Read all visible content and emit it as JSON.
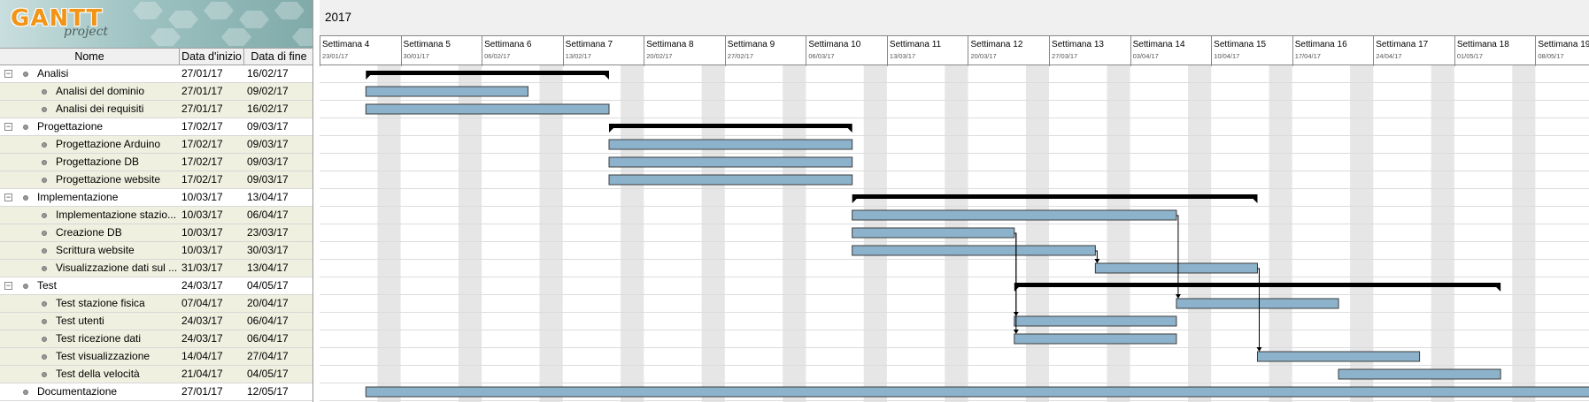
{
  "app": {
    "logo_text": "GANTT",
    "logo_sub": "project"
  },
  "columns": {
    "name": "Nome",
    "start": "Data d'inizio",
    "end": "Data di fine"
  },
  "chart": {
    "year": "2017",
    "weeks": [
      {
        "label": "Settimana 4",
        "date": "23/01/17"
      },
      {
        "label": "Settimana 5",
        "date": "30/01/17"
      },
      {
        "label": "Settimana 6",
        "date": "06/02/17"
      },
      {
        "label": "Settimana 7",
        "date": "13/02/17"
      },
      {
        "label": "Settimana 8",
        "date": "20/02/17"
      },
      {
        "label": "Settimana 9",
        "date": "27/02/17"
      },
      {
        "label": "Settimana 10",
        "date": "06/03/17"
      },
      {
        "label": "Settimana 11",
        "date": "13/03/17"
      },
      {
        "label": "Settimana 12",
        "date": "20/03/17"
      },
      {
        "label": "Settimana 13",
        "date": "27/03/17"
      },
      {
        "label": "Settimana 14",
        "date": "03/04/17"
      },
      {
        "label": "Settimana 15",
        "date": "10/04/17"
      },
      {
        "label": "Settimana 16",
        "date": "17/04/17"
      },
      {
        "label": "Settimana 17",
        "date": "24/04/17"
      },
      {
        "label": "Settimana 18",
        "date": "01/05/17"
      },
      {
        "label": "Settimana 19",
        "date": "08/05/17"
      }
    ]
  },
  "tasks": [
    {
      "id": "analisi",
      "name": "Analisi",
      "start": "27/01/17",
      "end": "16/02/17",
      "level": 0,
      "group": true,
      "s": 4,
      "e": 25
    },
    {
      "id": "analisi-dominio",
      "name": "Analisi del dominio",
      "start": "27/01/17",
      "end": "09/02/17",
      "level": 1,
      "group": false,
      "s": 4,
      "e": 18
    },
    {
      "id": "analisi-requisiti",
      "name": "Analisi dei requisiti",
      "start": "27/01/17",
      "end": "16/02/17",
      "level": 1,
      "group": false,
      "s": 4,
      "e": 25
    },
    {
      "id": "progettazione",
      "name": "Progettazione",
      "start": "17/02/17",
      "end": "09/03/17",
      "level": 0,
      "group": true,
      "s": 25,
      "e": 46
    },
    {
      "id": "prog-arduino",
      "name": "Progettazione Arduino",
      "start": "17/02/17",
      "end": "09/03/17",
      "level": 1,
      "group": false,
      "s": 25,
      "e": 46
    },
    {
      "id": "prog-db",
      "name": "Progettazione DB",
      "start": "17/02/17",
      "end": "09/03/17",
      "level": 1,
      "group": false,
      "s": 25,
      "e": 46
    },
    {
      "id": "prog-website",
      "name": "Progettazione website",
      "start": "17/02/17",
      "end": "09/03/17",
      "level": 1,
      "group": false,
      "s": 25,
      "e": 46
    },
    {
      "id": "implementazione",
      "name": "Implementazione",
      "start": "10/03/17",
      "end": "13/04/17",
      "level": 0,
      "group": true,
      "s": 46,
      "e": 81
    },
    {
      "id": "impl-stazione",
      "name": "Implementazione stazio...",
      "start": "10/03/17",
      "end": "06/04/17",
      "level": 1,
      "group": false,
      "s": 46,
      "e": 74
    },
    {
      "id": "creazione-db",
      "name": "Creazione DB",
      "start": "10/03/17",
      "end": "23/03/17",
      "level": 1,
      "group": false,
      "s": 46,
      "e": 60
    },
    {
      "id": "scrittura-website",
      "name": "Scrittura website",
      "start": "10/03/17",
      "end": "30/03/17",
      "level": 1,
      "group": false,
      "s": 46,
      "e": 67
    },
    {
      "id": "visualizzazione-dati",
      "name": "Visualizzazione dati sul ...",
      "start": "31/03/17",
      "end": "13/04/17",
      "level": 1,
      "group": false,
      "s": 67,
      "e": 81
    },
    {
      "id": "test",
      "name": "Test",
      "start": "24/03/17",
      "end": "04/05/17",
      "level": 0,
      "group": true,
      "s": 60,
      "e": 102
    },
    {
      "id": "test-stazione",
      "name": "Test stazione fisica",
      "start": "07/04/17",
      "end": "20/04/17",
      "level": 1,
      "group": false,
      "s": 74,
      "e": 88
    },
    {
      "id": "test-utenti",
      "name": "Test utenti",
      "start": "24/03/17",
      "end": "06/04/17",
      "level": 1,
      "group": false,
      "s": 60,
      "e": 74
    },
    {
      "id": "test-ricezione",
      "name": "Test ricezione dati",
      "start": "24/03/17",
      "end": "06/04/17",
      "level": 1,
      "group": false,
      "s": 60,
      "e": 74
    },
    {
      "id": "test-visualizzazione",
      "name": "Test visualizzazione",
      "start": "14/04/17",
      "end": "27/04/17",
      "level": 1,
      "group": false,
      "s": 81,
      "e": 95
    },
    {
      "id": "test-velocita",
      "name": "Test della velocità",
      "start": "21/04/17",
      "end": "04/05/17",
      "level": 1,
      "group": false,
      "s": 88,
      "e": 102
    },
    {
      "id": "documentazione",
      "name": "Documentazione",
      "start": "27/01/17",
      "end": "12/05/17",
      "level": 0,
      "group": false,
      "s": 4,
      "e": 110
    }
  ],
  "dependencies": [
    [
      "creazione-db",
      "test-utenti"
    ],
    [
      "creazione-db",
      "test-ricezione"
    ],
    [
      "scrittura-website",
      "visualizzazione-dati"
    ],
    [
      "impl-stazione",
      "test-stazione"
    ],
    [
      "visualizzazione-dati",
      "test-visualizzazione"
    ]
  ],
  "colors": {
    "bar_fill": "#8db3cc",
    "bar_stroke": "#3c3c3c",
    "summary": "#000000",
    "weekend": "#e6e6e6",
    "alt_row": "#f0f0e0"
  }
}
